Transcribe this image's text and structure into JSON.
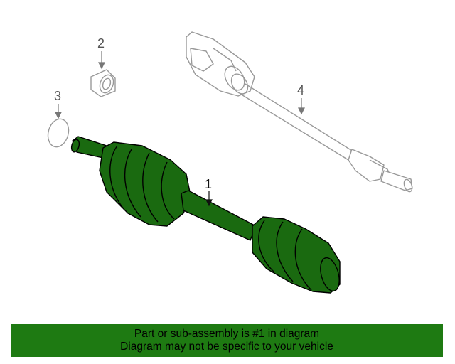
{
  "diagram": {
    "callouts": [
      "1",
      "2",
      "3",
      "4"
    ]
  },
  "banner": {
    "line1": "Part or sub-assembly is #1 in diagram",
    "line2": "Diagram may not be specific to your vehicle",
    "color": "#1e7a12"
  },
  "colors": {
    "highlight_part": "#1a6a10",
    "outline_parts": "#9a9a9a"
  }
}
